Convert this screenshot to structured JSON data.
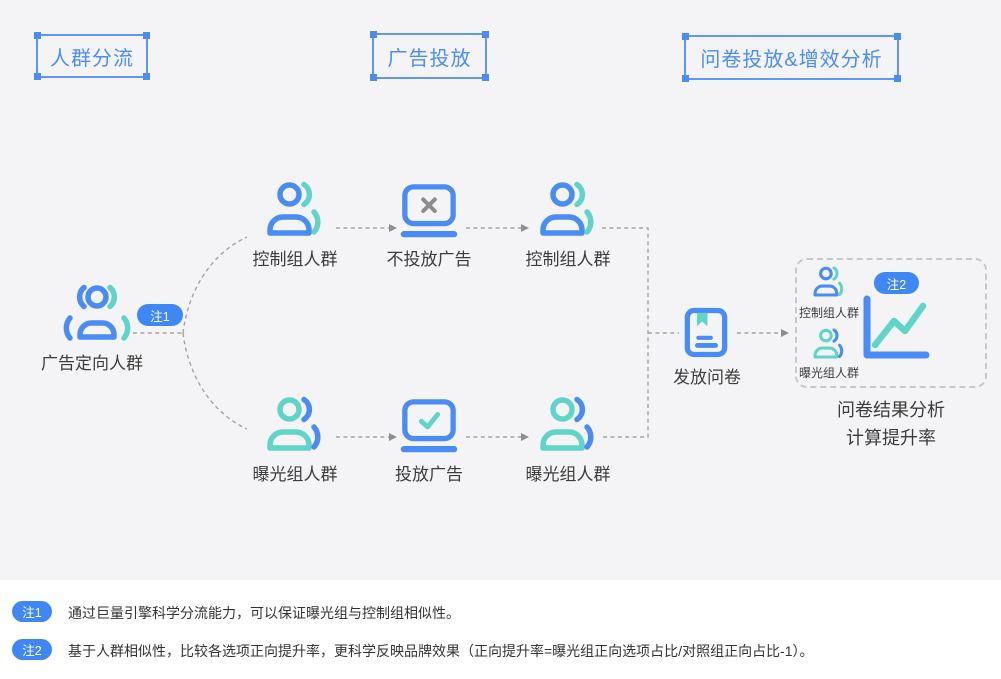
{
  "stages": {
    "stage1": "人群分流",
    "stage2": "广告投放",
    "stage3": "问卷投放&增效分析"
  },
  "flow": {
    "source_label": "广告定向人群",
    "source_badge": "注1",
    "control_group_1": "控制组人群",
    "no_ad_label": "不投放广告",
    "control_group_2": "控制组人群",
    "exposure_group_1": "曝光组人群",
    "ad_label": "投放广告",
    "exposure_group_2": "曝光组人群",
    "questionnaire_label": "发放问卷"
  },
  "panel": {
    "badge": "注2",
    "control_label": "控制组人群",
    "exposure_label": "曝光组人群",
    "caption_line1": "问卷结果分析",
    "caption_line2": "计算提升率"
  },
  "notes": {
    "note1_badge": "注1",
    "note1_text": "通过巨量引擎科学分流能力，可以保证曝光组与控制组相似性。",
    "note2_badge": "注2",
    "note2_text": "基于人群相似性，比较各选项正向提升率，更科学反映品牌效果（正向提升率=曝光组正向选项占比/对照组正向占比-1）。"
  },
  "colors": {
    "accent_blue": "#4a8cf5",
    "accent_teal": "#5fd4c9",
    "badge_blue": "#3f87f5",
    "stage_border_blue": "#5e97f6",
    "x_gray": "#8c8c8c",
    "dash_gray": "#a3a3a3",
    "text_dark": "#3c3c3c",
    "diagram_bg": "#f4f4f6"
  }
}
